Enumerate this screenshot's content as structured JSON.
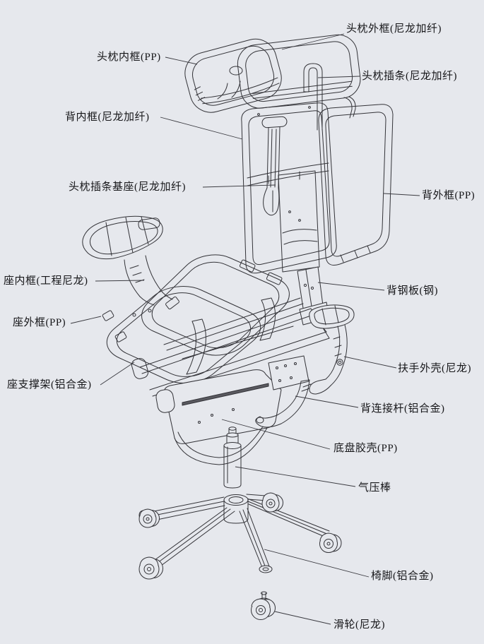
{
  "figure": {
    "type": "exploded-parts-diagram",
    "subject": "ergonomic office chair"
  },
  "colors": {
    "background": "#e6e8ed",
    "line": "#333338",
    "text": "#17171a"
  },
  "labels": [
    {
      "id": "headrest-outer-frame",
      "text": "头枕外框(尼龙加纤)"
    },
    {
      "id": "headrest-inner-frame",
      "text": "头枕内框(PP)"
    },
    {
      "id": "headrest-insert-strip",
      "text": "头枕插条(尼龙加纤)"
    },
    {
      "id": "back-inner-frame",
      "text": "背内框(尼龙加纤)"
    },
    {
      "id": "headrest-insert-strip-base",
      "text": "头枕插条基座(尼龙加纤)"
    },
    {
      "id": "back-outer-frame",
      "text": "背外框(PP)"
    },
    {
      "id": "seat-inner-frame",
      "text": "座内框(工程尼龙)"
    },
    {
      "id": "seat-outer-frame",
      "text": "座外框(PP)"
    },
    {
      "id": "seat-support-frame",
      "text": "座支撑架(铝合金)"
    },
    {
      "id": "back-steel-plate",
      "text": "背钢板(钢)"
    },
    {
      "id": "armrest-shell",
      "text": "扶手外壳(尼龙)"
    },
    {
      "id": "back-connecting-rod",
      "text": "背连接杆(铝合金)"
    },
    {
      "id": "chassis-shell",
      "text": "底盘胶壳(PP)"
    },
    {
      "id": "gas-lift",
      "text": "气压棒"
    },
    {
      "id": "chair-base",
      "text": "椅脚(铝合金)"
    },
    {
      "id": "caster",
      "text": "滑轮(尼龙)"
    }
  ]
}
